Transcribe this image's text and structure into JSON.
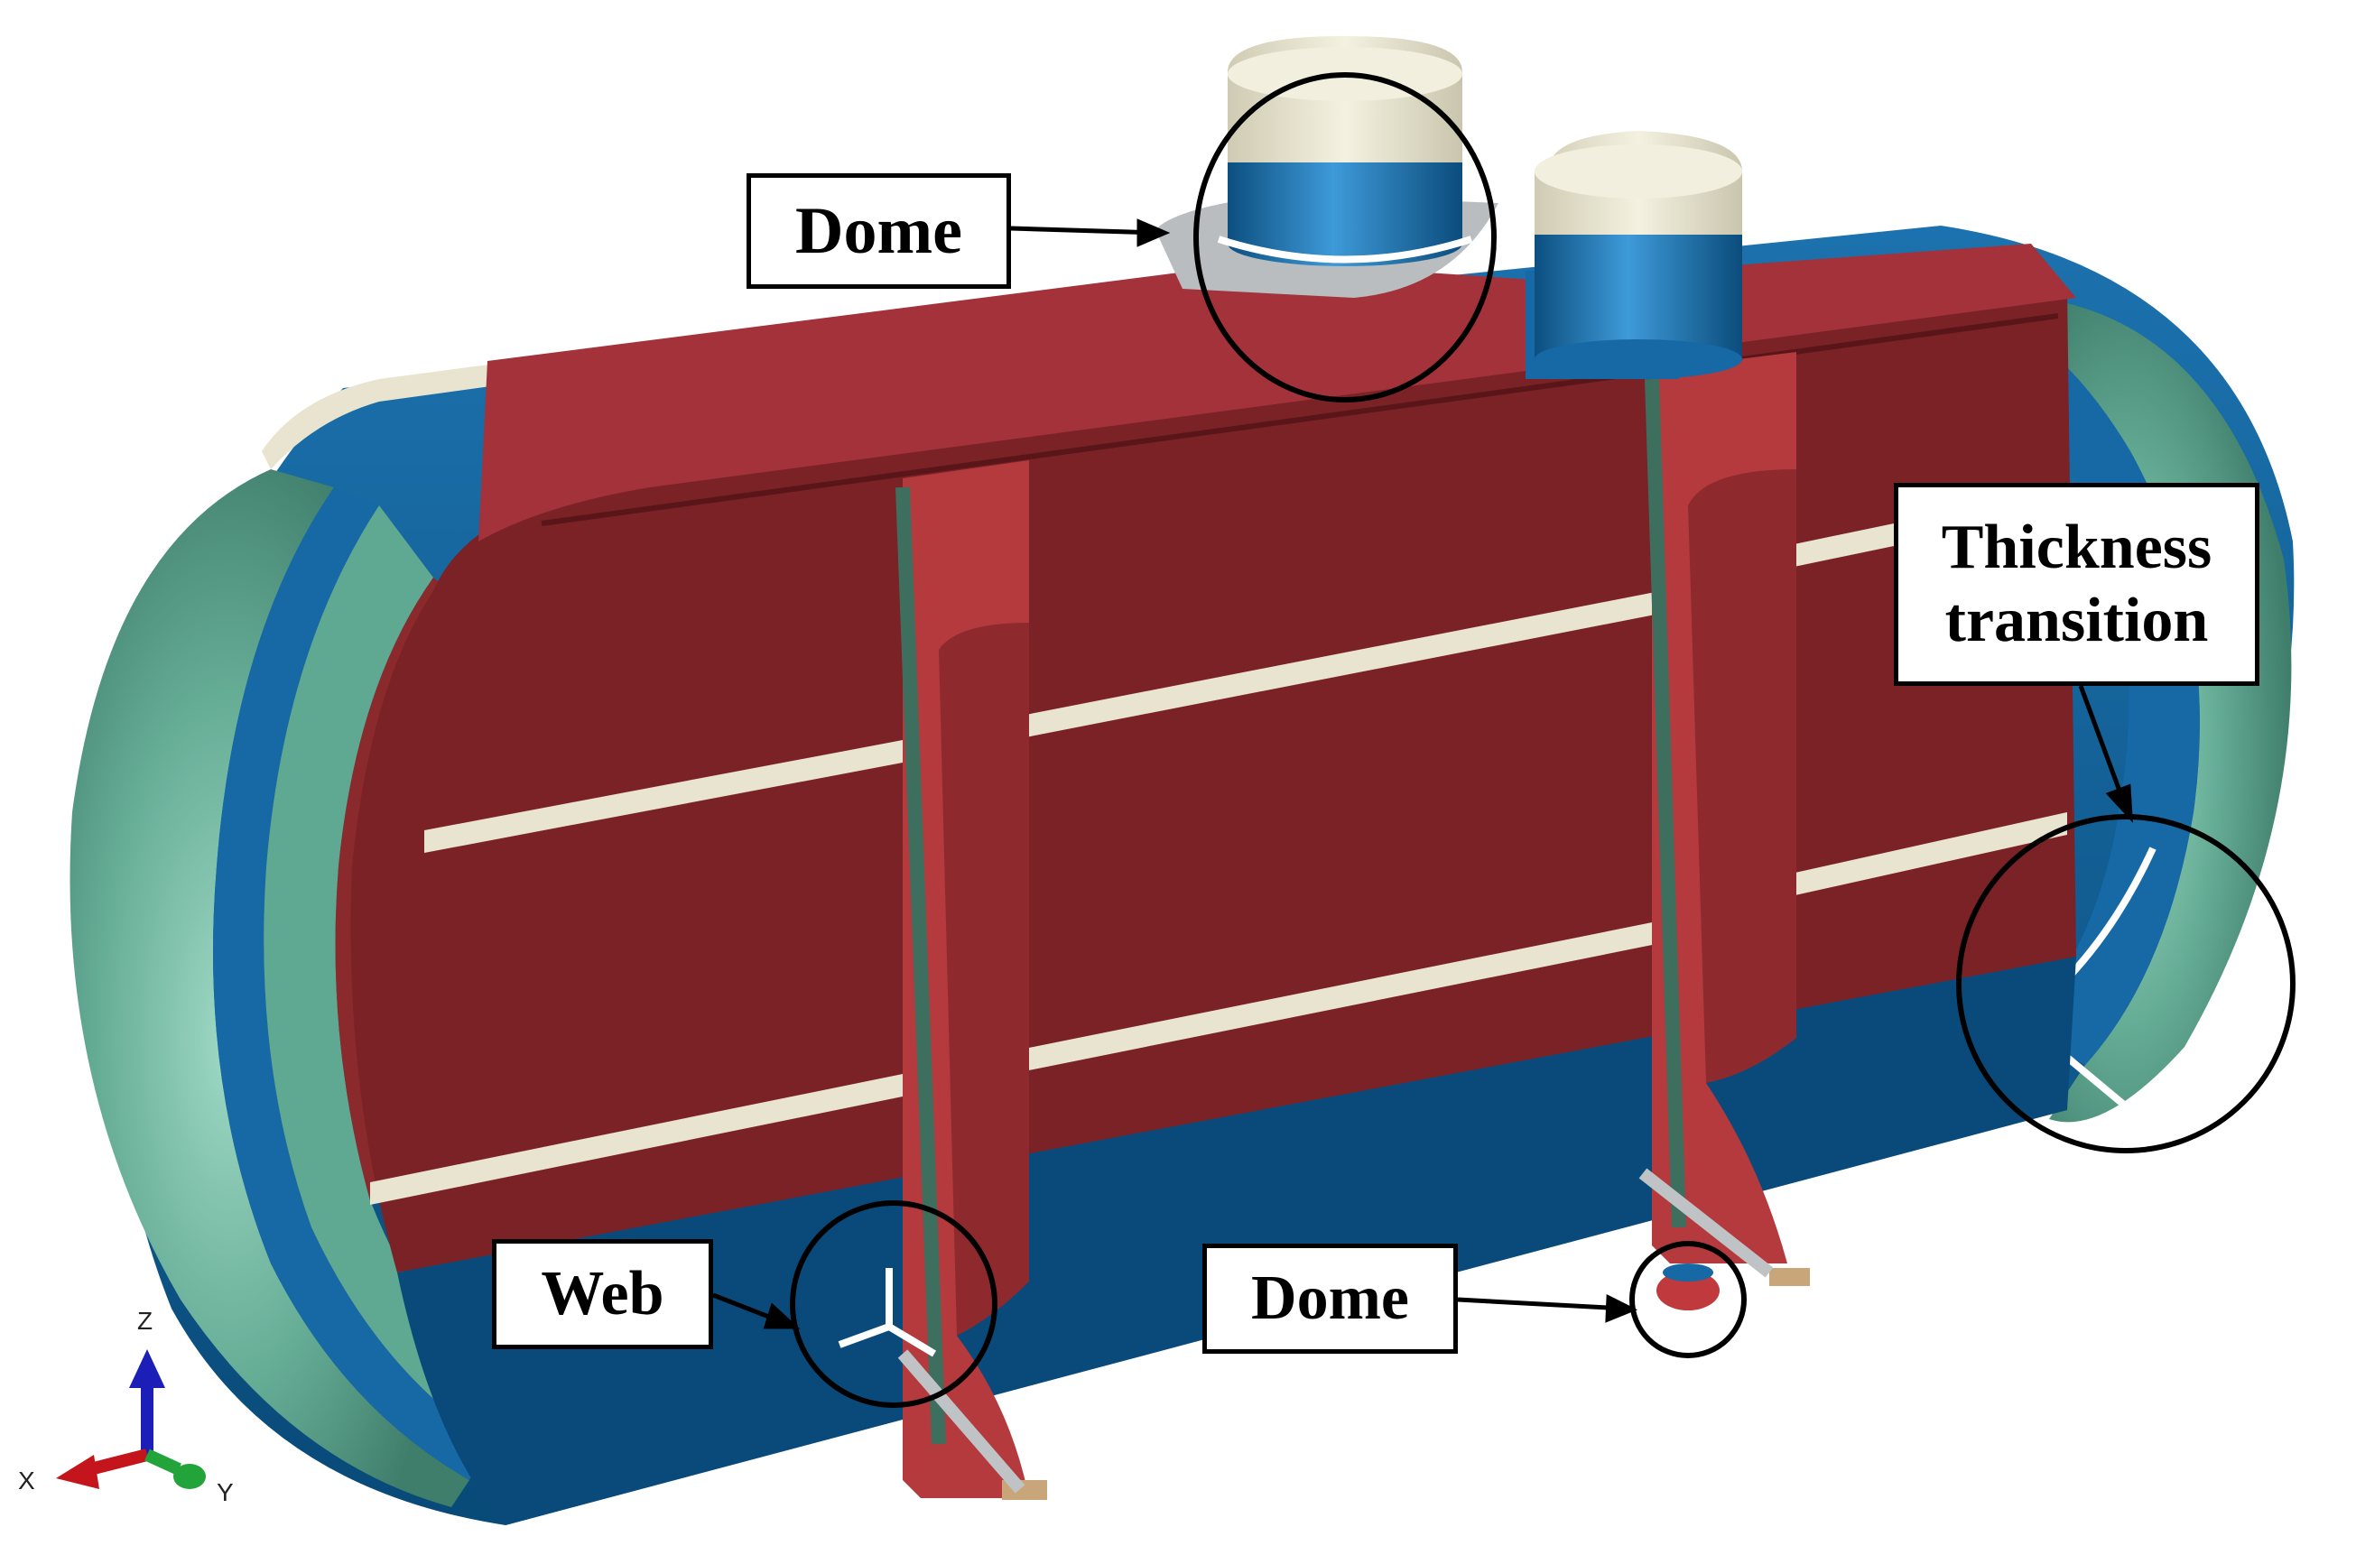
{
  "callouts": {
    "dome_top": "Dome",
    "thickness_line1": "Thickness",
    "thickness_line2": "transition",
    "web": "Web",
    "dome_bottom": "Dome"
  },
  "triad": {
    "z": "Z",
    "x": "X",
    "y": "Y"
  },
  "colors": {
    "shell_blue": "#0B5A8E",
    "inner_red": "#7A2226",
    "frame_red": "#B53A3D",
    "head_green": "#5FA891",
    "cream": "#E8E4CF",
    "background": "#FFFFFF"
  }
}
